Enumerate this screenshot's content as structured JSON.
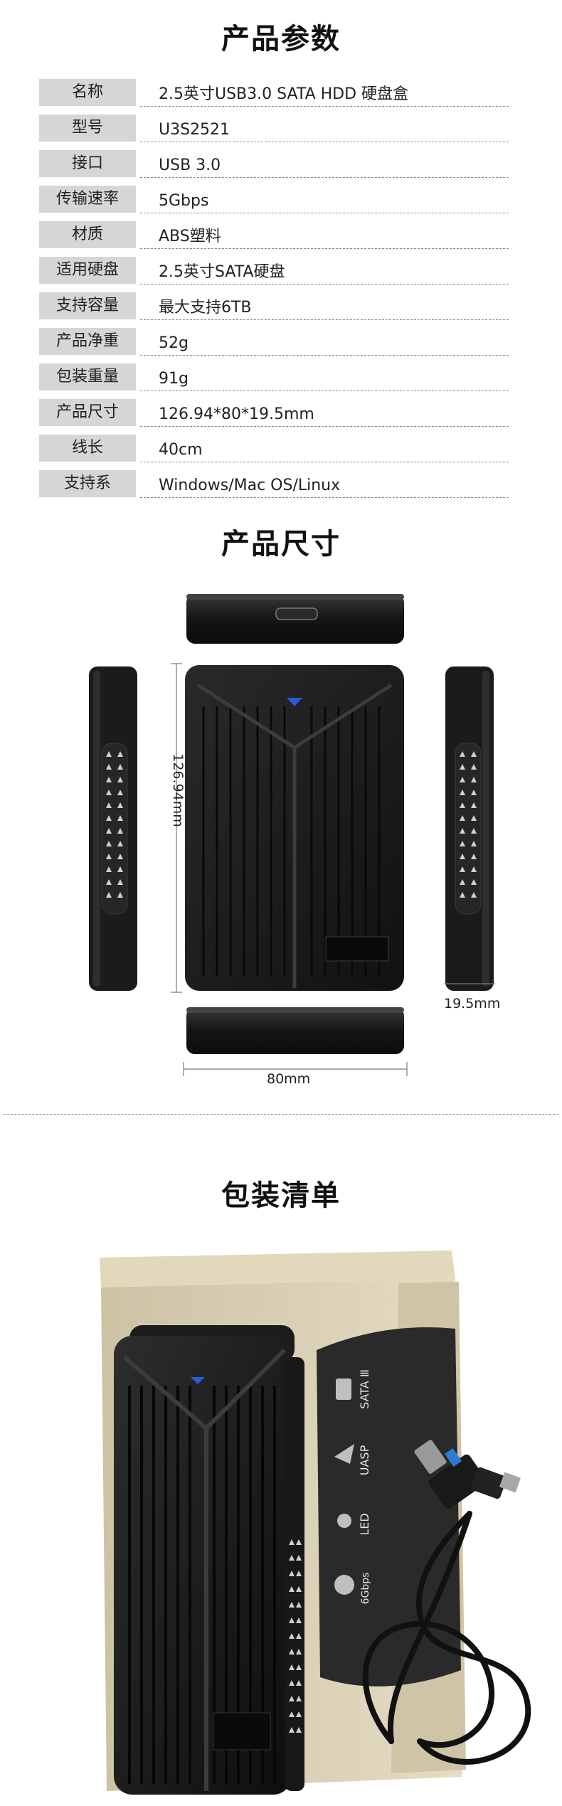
{
  "sections": {
    "specs_title": "产品参数",
    "size_title": "产品尺寸",
    "package_title": "包装清单"
  },
  "specs": [
    {
      "label": "名称",
      "value": "2.5英寸USB3.0 SATA HDD 硬盘盒"
    },
    {
      "label": "型号",
      "value": "U3S2521"
    },
    {
      "label": "接口",
      "value": "USB 3.0"
    },
    {
      "label": "传输速率",
      "value": "5Gbps"
    },
    {
      "label": "材质",
      "value": "ABS塑料"
    },
    {
      "label": "适用硬盘",
      "value": "2.5英寸SATA硬盘"
    },
    {
      "label": "支持容量",
      "value": "最大支持6TB"
    },
    {
      "label": "产品净重",
      "value": "52g"
    },
    {
      "label": "包装重量",
      "value": "91g"
    },
    {
      "label": "产品尺寸",
      "value": "126.94*80*19.5mm"
    },
    {
      "label": "线长",
      "value": "40cm"
    },
    {
      "label": "支持系",
      "value": "Windows/Mac OS/Linux"
    }
  ],
  "dimensions": {
    "height": "126.94mm",
    "width": "80mm",
    "thickness": "19.5mm"
  },
  "box_print": {
    "sata": "SATA Ⅲ",
    "uasp": "UASP",
    "led": "LED",
    "speed": "6Gbps"
  },
  "colors": {
    "label_bg": "#d6d6d6",
    "device": "#1e1e1e",
    "led": "#2a5bd7",
    "box": "#d8cdb0"
  }
}
